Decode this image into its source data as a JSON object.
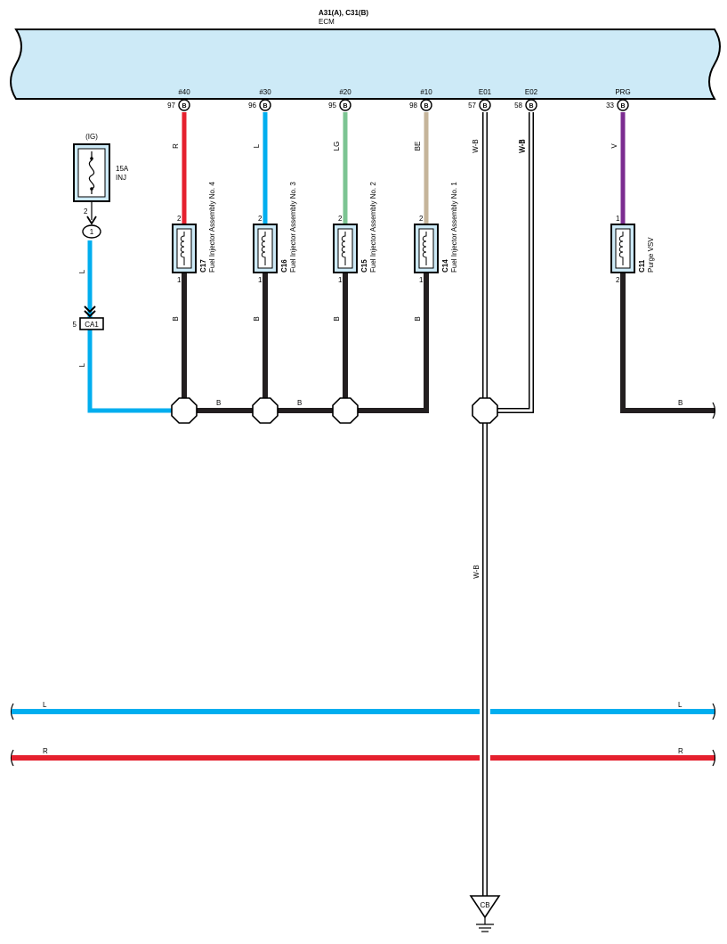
{
  "ecm": {
    "connectors": "A31(A), C31(B)",
    "name": "ECM"
  },
  "ecm_pins": [
    {
      "pin": "97",
      "side": "B",
      "signal": "#40",
      "color_code": "R",
      "color": "#e5202e"
    },
    {
      "pin": "96",
      "side": "B",
      "signal": "#30",
      "color_code": "L",
      "color": "#00aeef"
    },
    {
      "pin": "95",
      "side": "B",
      "signal": "#20",
      "color_code": "LG",
      "color": "#7cc492"
    },
    {
      "pin": "98",
      "side": "B",
      "signal": "#10",
      "color_code": "BE",
      "color": "#c5b49a"
    },
    {
      "pin": "57",
      "side": "B",
      "signal": "E01",
      "color_code": "W-B",
      "color": "#ffffff"
    },
    {
      "pin": "58",
      "side": "B",
      "signal": "E02",
      "color_code": "W-B",
      "color": "#ffffff"
    },
    {
      "pin": "33",
      "side": "B",
      "signal": "PRG",
      "color_code": "V",
      "color": "#7b2c90"
    }
  ],
  "fuse": {
    "supply": "(IG)",
    "rating": "15A",
    "name": "INJ",
    "pin": "2",
    "terminal": "1"
  },
  "connector_ca1": {
    "id": "CA1",
    "pin": "5"
  },
  "components": [
    {
      "id": "C17",
      "name": "Fuel Injector Assembly No. 4",
      "pin_top": "2",
      "pin_bottom": "1"
    },
    {
      "id": "C16",
      "name": "Fuel Injector Assembly No. 3",
      "pin_top": "2",
      "pin_bottom": "1"
    },
    {
      "id": "C15",
      "name": "Fuel Injector Assembly No. 2",
      "pin_top": "2",
      "pin_bottom": "1"
    },
    {
      "id": "C14",
      "name": "Fuel Injector Assembly No. 1",
      "pin_top": "2",
      "pin_bottom": "1"
    },
    {
      "id": "C11",
      "name": "Purge VSV",
      "pin_top": "1",
      "pin_bottom": "2"
    }
  ],
  "wire_labels": {
    "feed_upper": "L",
    "feed_lower": "L",
    "injector_ground": "B",
    "bus_1": "B",
    "bus_2": "B",
    "purge_out": "B",
    "e02": "W-B",
    "e01": "W-B",
    "ground_run": "W-B"
  },
  "bus_lines": [
    {
      "code": "L",
      "color": "#00aeef"
    },
    {
      "code": "R",
      "color": "#e5202e"
    }
  ],
  "ground": {
    "id": "CB"
  },
  "colors": {
    "ecm_fill": "#cdeaf7",
    "component_fill": "#cdeaf7",
    "wire_black": "#231f20",
    "line": "#000000"
  }
}
